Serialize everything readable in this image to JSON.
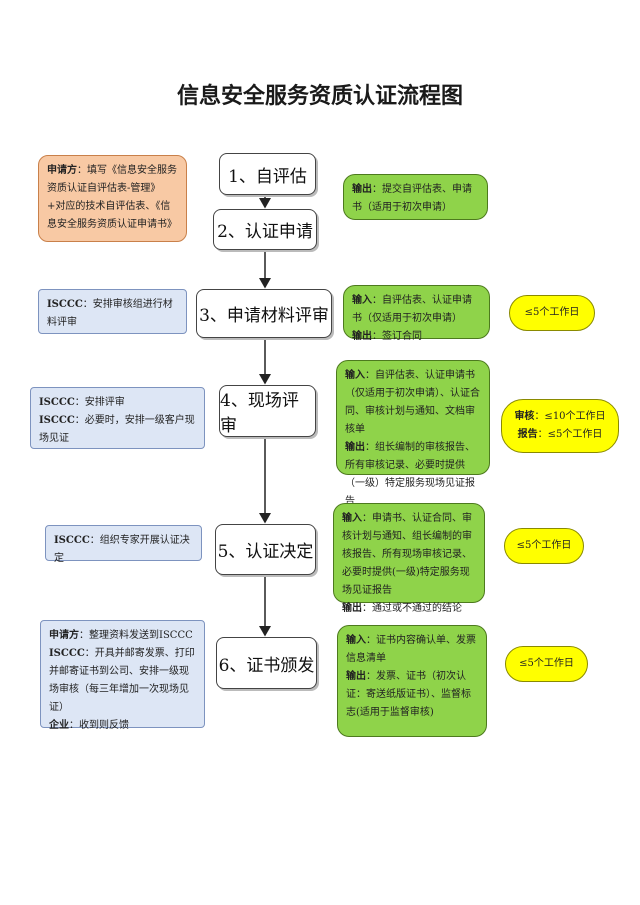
{
  "title": "信息安全服务资质认证流程图",
  "steps": [
    "1、自评估",
    "2、认证申请",
    "3、申请材料评审",
    "4、现场评审",
    "5、认证决定",
    "6、证书颁发"
  ],
  "left_notes": {
    "n1": {
      "k1": "申请方",
      "t1": "：填写《信息安全服务资质认证自评估表-管理》+对应的技术自评估表、《信息安全服务资质认证申请书》"
    },
    "n3": {
      "k1": "ISCCC",
      "t1": "：安排审核组进行材料评审"
    },
    "n4": {
      "k1": "ISCCC",
      "t1": "：安排评审",
      "k2": "ISCCC",
      "t2": "：必要时，安排一级客户现场见证"
    },
    "n5": {
      "k1": "ISCCC",
      "t1": "：组织专家开展认证决定"
    },
    "n6": {
      "k1": "申请方",
      "t1": "：整理资料发送到ISCCC",
      "k2": "ISCCC",
      "t2": "：开具并邮寄发票、打印并邮寄证书到公司、安排一级现场审核（每三年增加一次现场见证）",
      "k3": "企业",
      "t3": "：收到则反馈"
    }
  },
  "right_notes": {
    "g1": {
      "k1": "输出",
      "t1": "：提交自评估表、申请书（适用于初次申请）"
    },
    "g3": {
      "k1": "输入",
      "t1": "：自评估表、认证申请书（仅适用于初次申请）",
      "k2": "输出",
      "t2": "：签订合同"
    },
    "g4": {
      "k1": "输入",
      "t1": "：自评估表、认证申请书（仅适用于初次申请）、认证合同、审核计划与通知、文档审核单",
      "k2": "输出",
      "t2": "：组长编制的审核报告、所有审核记录、必要时提供（一级）特定服务现场见证报告"
    },
    "g5": {
      "k1": "输入",
      "t1": "：申请书、认证合同、审核计划与通知、组长编制的审核报告、所有现场审核记录、必要时提供(一级)特定服务现场见证报告",
      "k2": "输出",
      "t2": "：通过或不通过的结论"
    },
    "g6": {
      "k1": "输入",
      "t1": "：证书内容确认单、发票信息清单",
      "k2": "输出",
      "t2": "：发票、证书（初次认证：寄送纸版证书）、监督标志(适用于监督审核)"
    }
  },
  "time_notes": {
    "y3": "≤5个工作日",
    "y4a_k": "审核",
    "y4a_t": "：≤10个工作日",
    "y4b_k": "报告",
    "y4b_t": "：≤5个工作日",
    "y5": "≤5个工作日",
    "y6": "≤5个工作日"
  }
}
